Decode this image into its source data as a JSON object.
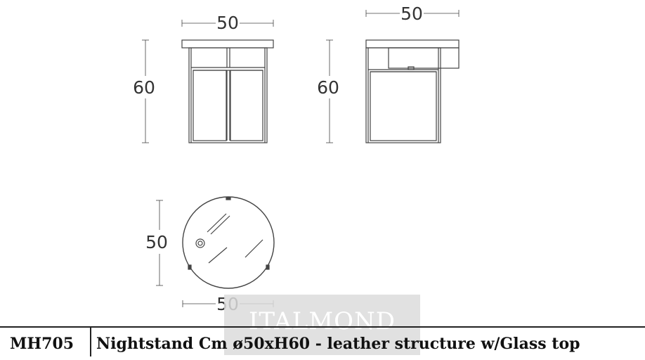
{
  "dimensions": {
    "front_width": "50",
    "front_height": "60",
    "side_width": "50",
    "side_height": "60",
    "top_depth": "50",
    "top_width": "50"
  },
  "watermark": "ITALMOND",
  "footer": {
    "code": "MH705",
    "description": "Nightstand Cm ø50xH60 - leather structure w/Glass top"
  },
  "colors": {
    "line": "#444444",
    "text": "#333333",
    "footer_text": "#111111"
  }
}
